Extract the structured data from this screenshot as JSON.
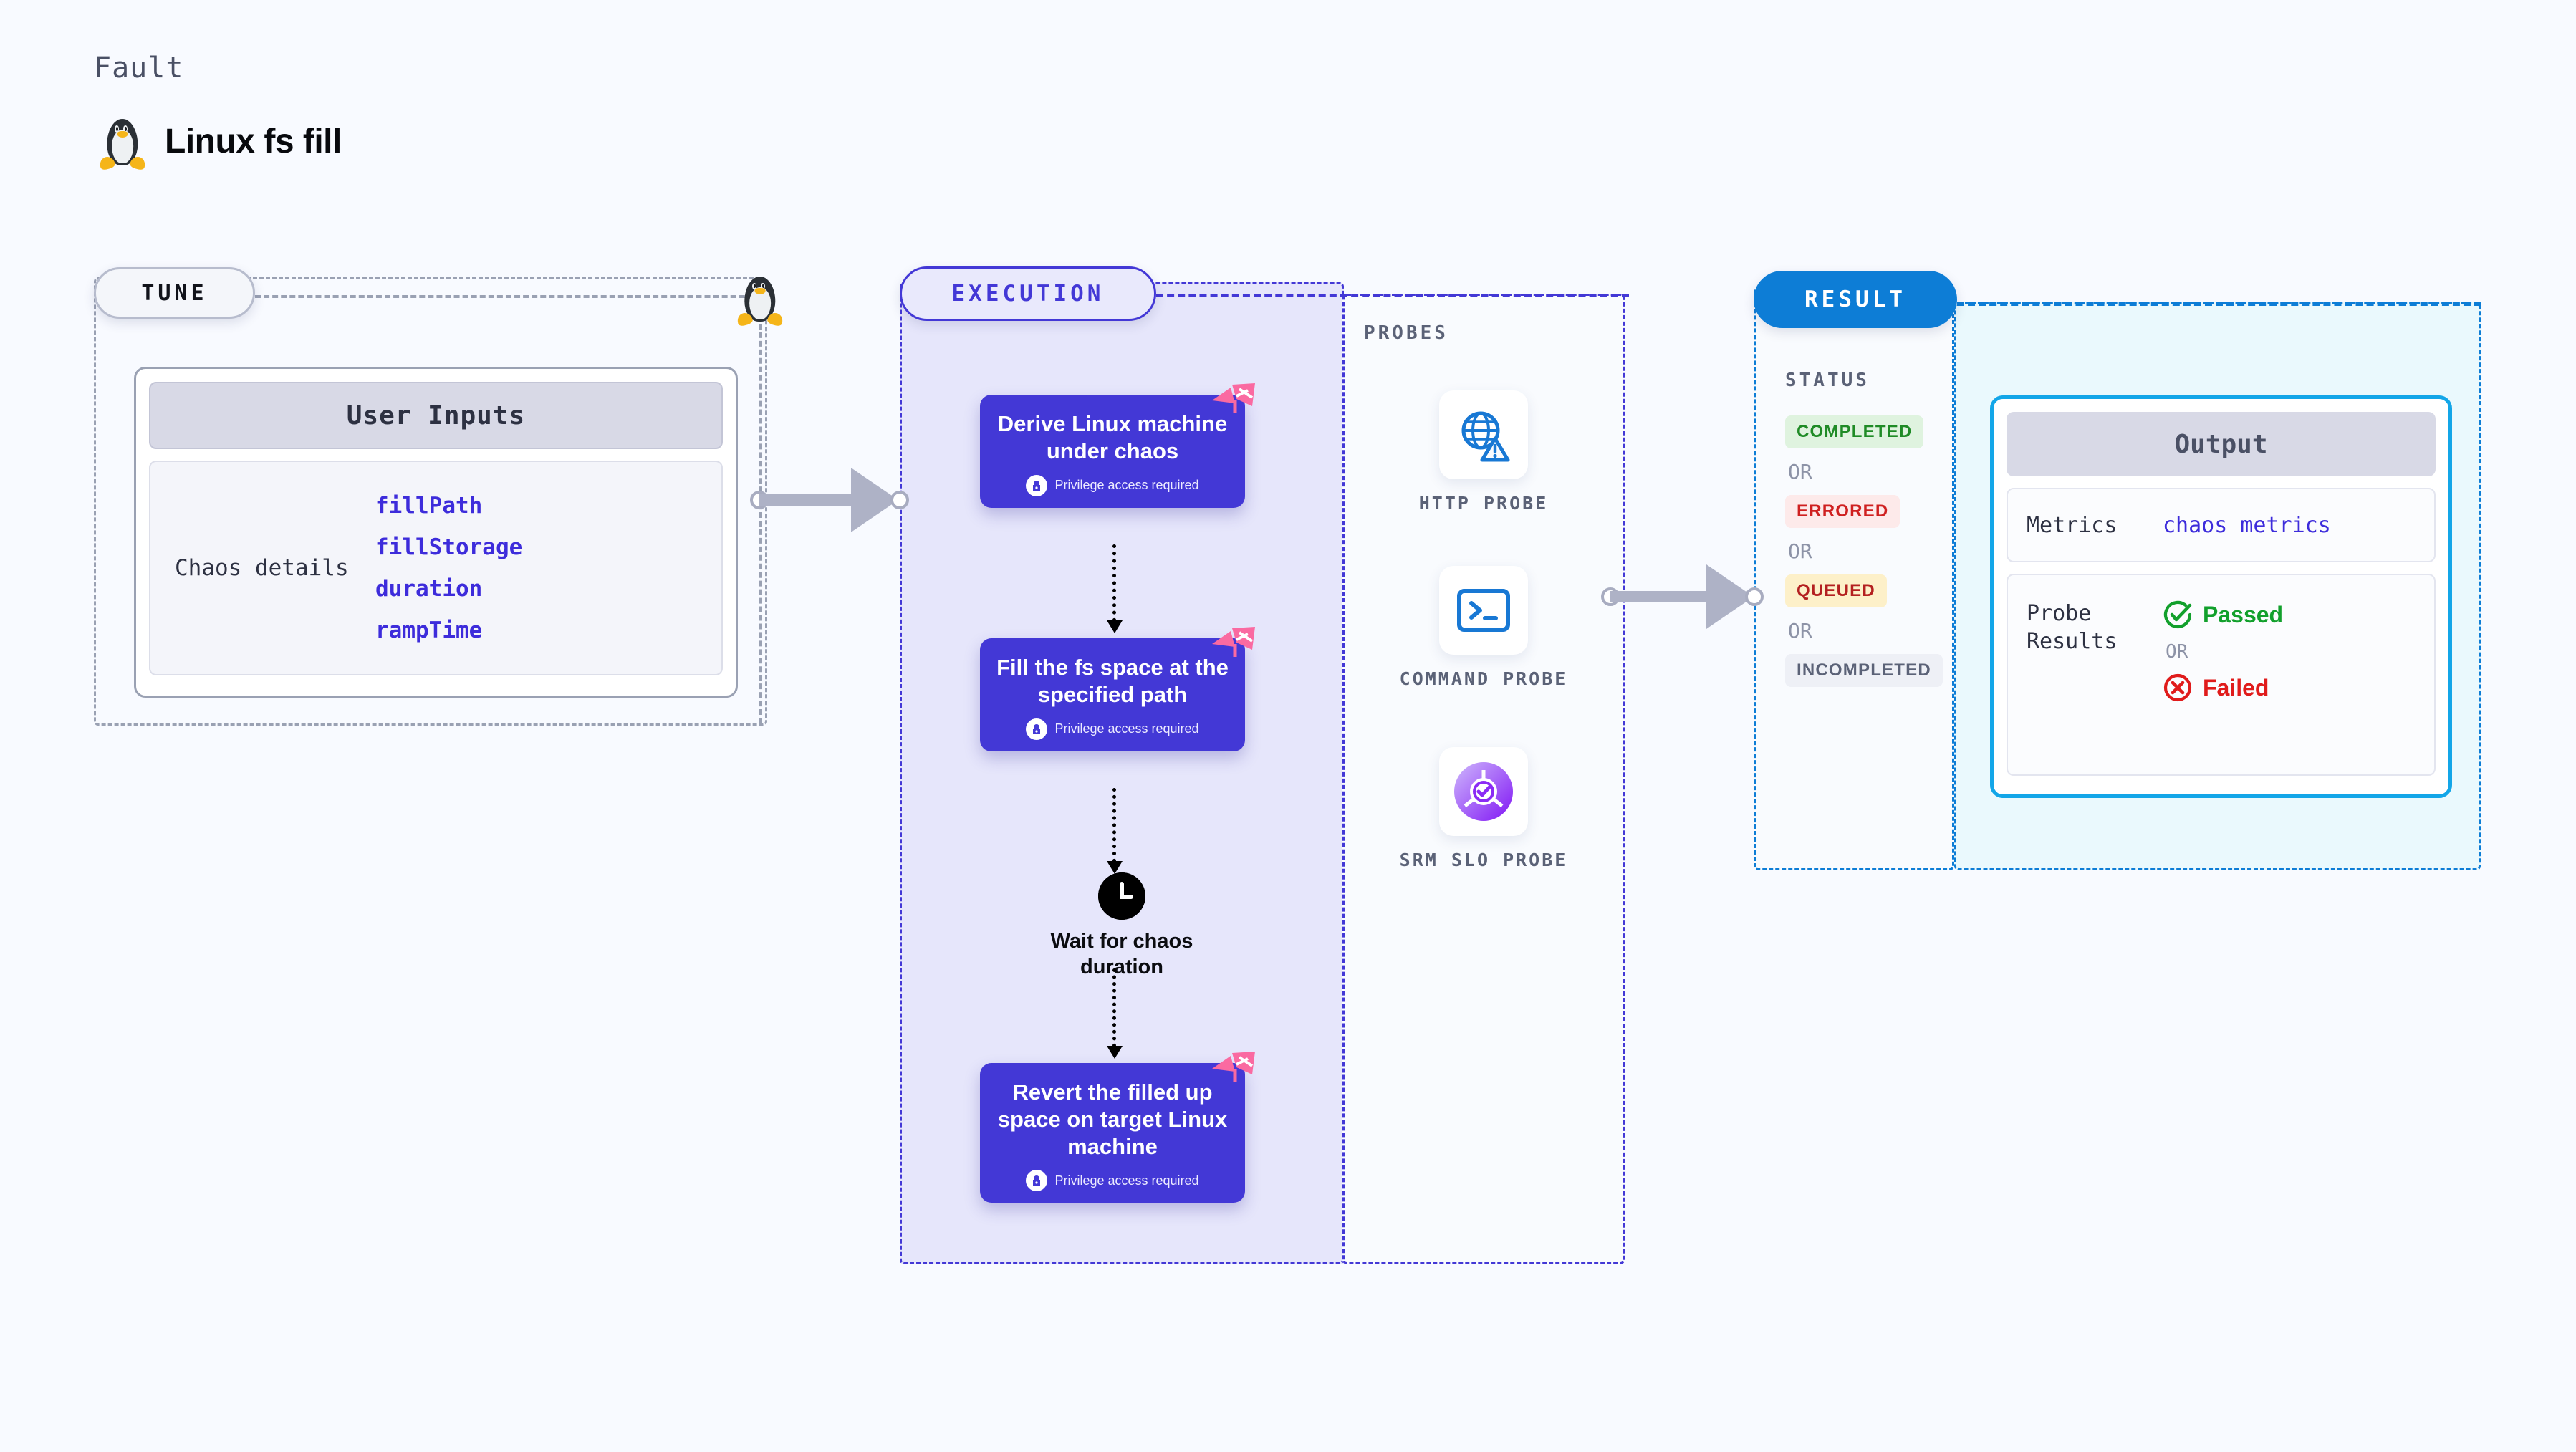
{
  "header": {
    "kicker": "Fault",
    "title": "Linux fs fill",
    "penguin_icon": "linux-tux-icon"
  },
  "stages": {
    "tune": {
      "pill_label": "TUNE",
      "card": {
        "heading": "User Inputs",
        "row_label": "Chaos details",
        "params": [
          "fillPath",
          "fillStorage",
          "duration",
          "rampTime"
        ]
      }
    },
    "execution": {
      "pill_label": "EXECUTION",
      "steps": [
        {
          "title": "Derive Linux machine under chaos",
          "note": "Privilege access required",
          "note_icon": "lock-icon",
          "corner_icon": "pink-ribbon-icon"
        },
        {
          "title": "Fill the fs space at the specified path",
          "note": "Privilege access required",
          "note_icon": "lock-icon",
          "corner_icon": "pink-ribbon-icon"
        },
        {
          "title": "Revert the filled up space on target Linux machine",
          "note": "Privilege access required",
          "note_icon": "lock-icon",
          "corner_icon": "pink-ribbon-icon"
        }
      ],
      "wait": {
        "icon": "clock-icon",
        "label": "Wait for chaos duration"
      }
    },
    "probes": {
      "section_label": "PROBES",
      "items": [
        {
          "label": "HTTP PROBE",
          "icon": "globe-warning-icon"
        },
        {
          "label": "COMMAND PROBE",
          "icon": "terminal-prompt-icon"
        },
        {
          "label": "SRM SLO PROBE",
          "icon": "donut-check-icon"
        }
      ]
    },
    "result": {
      "pill_label": "RESULT",
      "status_title": "STATUS",
      "or_label": "OR",
      "statuses": [
        {
          "label": "COMPLETED",
          "text_color": "#1f8b26",
          "bg_color": "#dff3df"
        },
        {
          "label": "ERRORED",
          "text_color": "#cf2020",
          "bg_color": "#fdeaea"
        },
        {
          "label": "QUEUED",
          "text_color": "#b42020",
          "bg_color": "#fdf0c9"
        },
        {
          "label": "INCOMPLETED",
          "text_color": "#5b6277",
          "bg_color": "#eef0f6"
        }
      ]
    },
    "output": {
      "heading": "Output",
      "metrics_key": "Metrics",
      "metrics_value": "chaos metrics",
      "probe_results_key": "Probe Results",
      "or_label": "OR",
      "passed_label": "Passed",
      "passed_icon": "check-circle-icon",
      "passed_color": "#12a02c",
      "failed_label": "Failed",
      "failed_icon": "x-circle-icon",
      "failed_color": "#e01b1b"
    }
  },
  "colors": {
    "background": "#f8faff",
    "primary_purple": "#4338d6",
    "result_blue": "#0d7dd6",
    "output_border": "#13a6e8",
    "link_purple": "#3d2cdb",
    "muted_gray": "#9aa1b3",
    "pink_ribbon": "#fa6aa1"
  }
}
